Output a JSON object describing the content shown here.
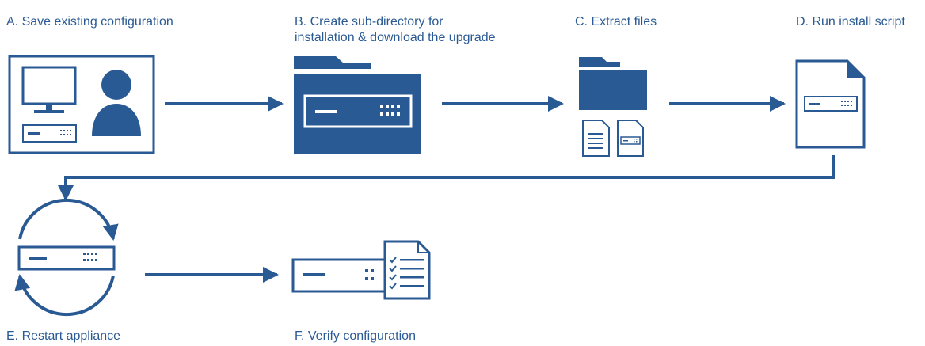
{
  "steps": {
    "a": {
      "label": "A. Save existing configuration"
    },
    "b": {
      "label_line1": "B. Create sub-directory for",
      "label_line2": "installation & download the upgrade"
    },
    "c": {
      "label": "C. Extract files"
    },
    "d": {
      "label": "D. Run install script"
    },
    "e": {
      "label": "E. Restart appliance"
    },
    "f": {
      "label": "F. Verify configuration"
    }
  },
  "colors": {
    "primary": "#2a5a93",
    "background": "#ffffff"
  }
}
